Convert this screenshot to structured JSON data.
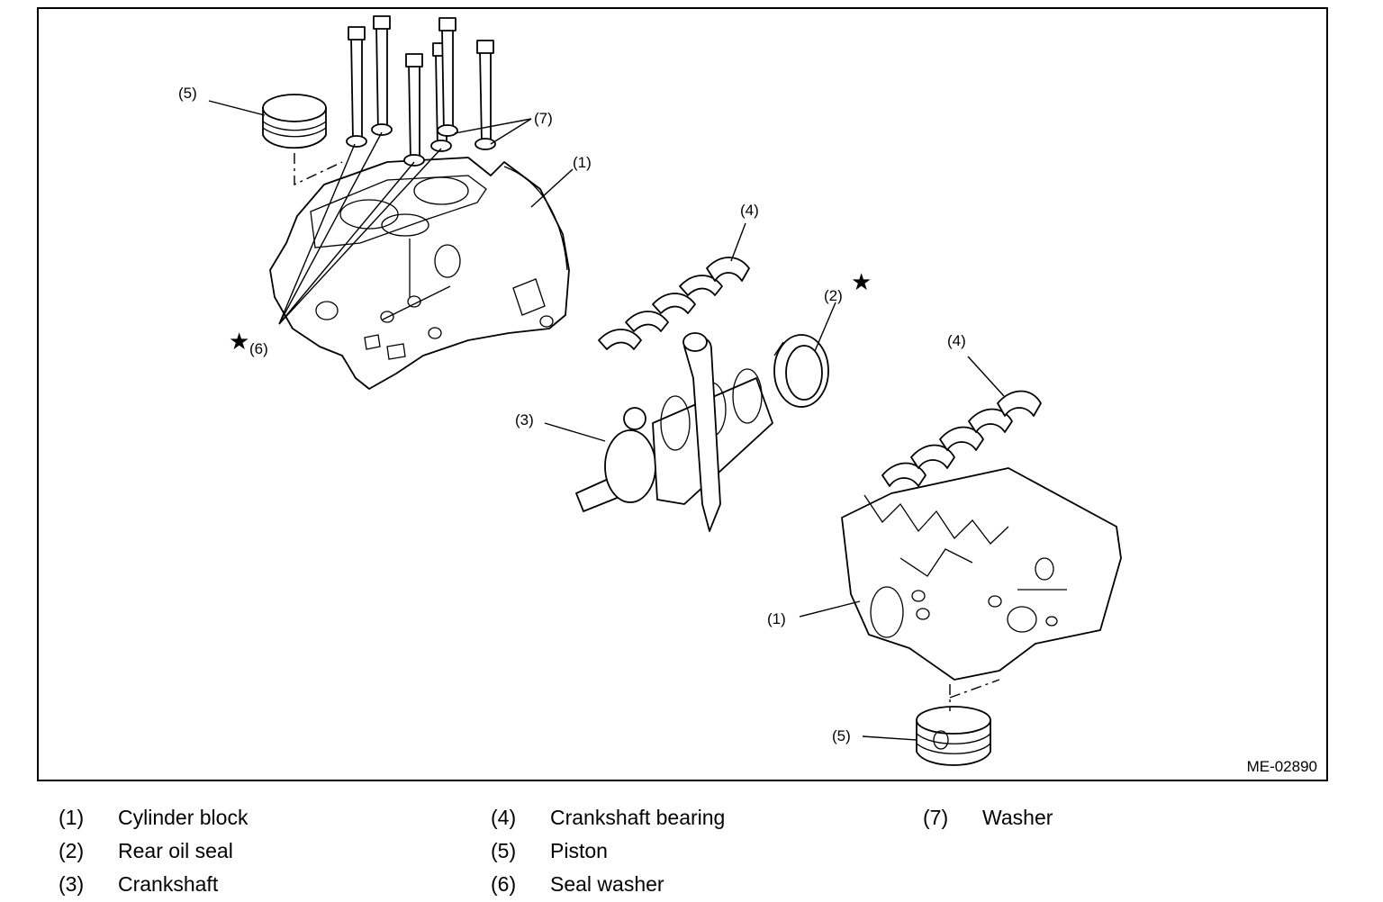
{
  "figure": {
    "id_label": "ME-02890",
    "callouts": {
      "c1a": "(1)",
      "c1b": "(1)",
      "c2": "(2)",
      "c3": "(3)",
      "c4a": "(4)",
      "c4b": "(4)",
      "c5a": "(5)",
      "c5b": "(5)",
      "c6": "(6)",
      "c7": "(7)"
    },
    "star_glyph": "★"
  },
  "legend": [
    {
      "num": "(1)",
      "label": "Cylinder block"
    },
    {
      "num": "(2)",
      "label": "Rear oil seal"
    },
    {
      "num": "(3)",
      "label": "Crankshaft"
    },
    {
      "num": "(4)",
      "label": "Crankshaft bearing"
    },
    {
      "num": "(5)",
      "label": "Piston"
    },
    {
      "num": "(6)",
      "label": "Seal washer"
    },
    {
      "num": "(7)",
      "label": "Washer"
    }
  ]
}
